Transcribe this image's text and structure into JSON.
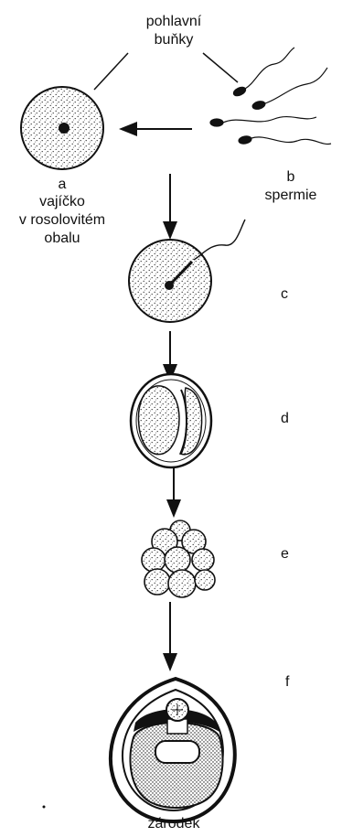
{
  "title_lines": [
    "pohlavní",
    "buňky"
  ],
  "egg": {
    "letter": "a",
    "lines": [
      "vajíčko",
      "v rosolovitém",
      "obalu"
    ]
  },
  "sperm": {
    "letter": "b",
    "label": "spermie"
  },
  "stages": [
    {
      "letter": "c"
    },
    {
      "letter": "d"
    },
    {
      "letter": "e"
    },
    {
      "letter": "f"
    }
  ],
  "embryo_label": "zárodek",
  "colors": {
    "ink": "#111111",
    "paper": "#ffffff"
  }
}
